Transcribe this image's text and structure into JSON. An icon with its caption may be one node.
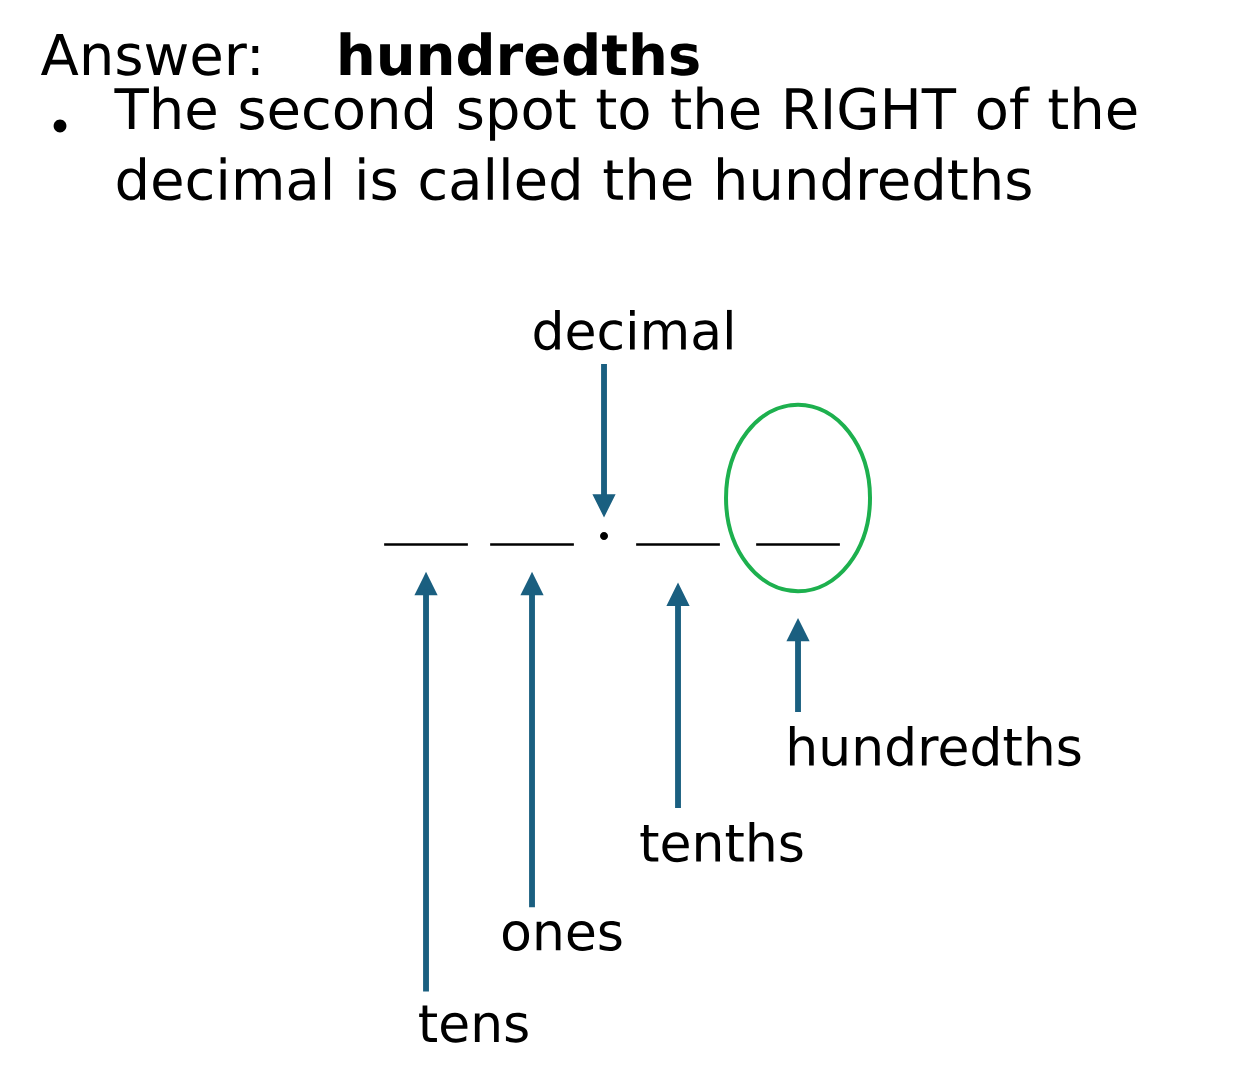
{
  "diagram": {
    "title": "Answer:    **hundredths**",
    "nodes": [
      {
        "text": [
          "decimal"
        ]
      },
      {
        "text": [],
        "shape": "bar"
      },
      {
        "text": [],
        "shape": "bar"
      },
      {
        "text": [],
        "shape": "dot"
      },
      {
        "text": [],
        "shape": "bar"
      },
      {
        "text": [],
        "shape": "circle"
      },
      {
        "text": [],
        "shape": "bar",
        "in": 5
      },
      {
        "text": [
          "hundredths"
        ]
      },
      {
        "text": [
          "tenths"
        ]
      },
      {
        "text": [
          "ones"
        ]
      },
      {
        "text": [
          "tens"
        ]
      }
    ],
    "edges": [
      {
        "from": 0,
        "to": 3,
        "arrow": "to"
      },
      {
        "from": 10,
        "to": 1,
        "arrow": "to"
      },
      {
        "from": 9,
        "to": 2,
        "arrow": "to"
      },
      {
        "from": 8,
        "to": 4,
        "arrow": "to"
      },
      {
        "from": 7,
        "to": 5,
        "arrow": "to"
      }
    ],
    "labels": [
      "The second spot to the RIGHT of the decimal is called the hundredths"
    ]
  }
}
